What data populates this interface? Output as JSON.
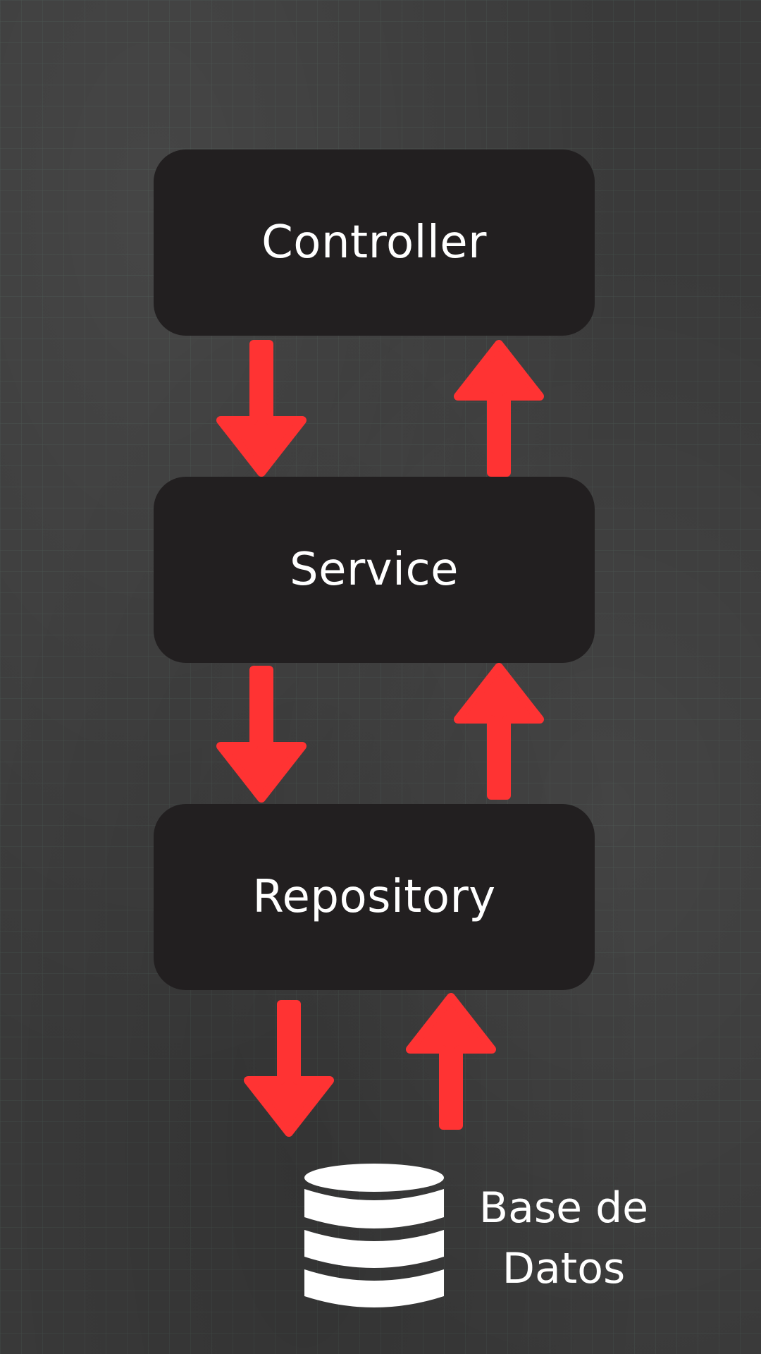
{
  "layers": [
    {
      "id": "controller",
      "label": "Controller"
    },
    {
      "id": "service",
      "label": "Service"
    },
    {
      "id": "repository",
      "label": "Repository"
    }
  ],
  "database": {
    "line1": "Base de",
    "line2": "Datos",
    "icon": "database-icon"
  },
  "arrows": [
    {
      "from": "Controller",
      "to": "Service",
      "direction": "down"
    },
    {
      "from": "Service",
      "to": "Controller",
      "direction": "up"
    },
    {
      "from": "Service",
      "to": "Repository",
      "direction": "down"
    },
    {
      "from": "Repository",
      "to": "Service",
      "direction": "up"
    },
    {
      "from": "Repository",
      "to": "Base de Datos",
      "direction": "down"
    },
    {
      "from": "Base de Datos",
      "to": "Repository",
      "direction": "up"
    }
  ],
  "colors": {
    "background": "#3a3a3a",
    "box": "#221f20",
    "arrow": "#ff3333",
    "text": "#ffffff"
  }
}
